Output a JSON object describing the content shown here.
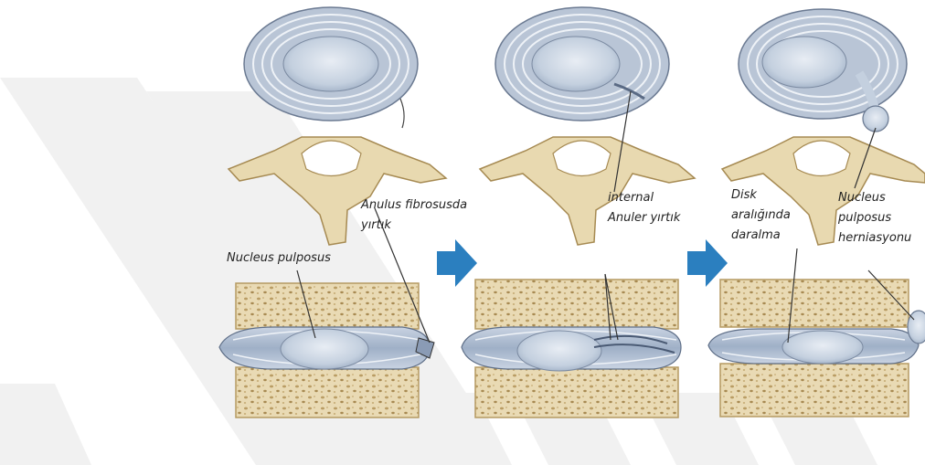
{
  "labels": {
    "anulus_line1": "Anulus fibrosusda",
    "anulus_line2": "yırtık",
    "nucleus_pulposus": "Nucleus pulposus",
    "internal_line1": "internal",
    "internal_line2": "Anuler yırtık",
    "disk_line1": "Disk",
    "disk_line2": "aralığında",
    "disk_line3": "daralma",
    "hernia_line1": "Nucleus",
    "hernia_line2": "pulposus",
    "hernia_line3": "herniasyonu"
  },
  "colors": {
    "watermark": "#f0f0f0",
    "bone": "#e8d9b0",
    "bone_dark": "#b59a62",
    "disc": "#a9b6cc",
    "disc_light": "#d7dfea",
    "arrow": "#2b7fbf"
  }
}
